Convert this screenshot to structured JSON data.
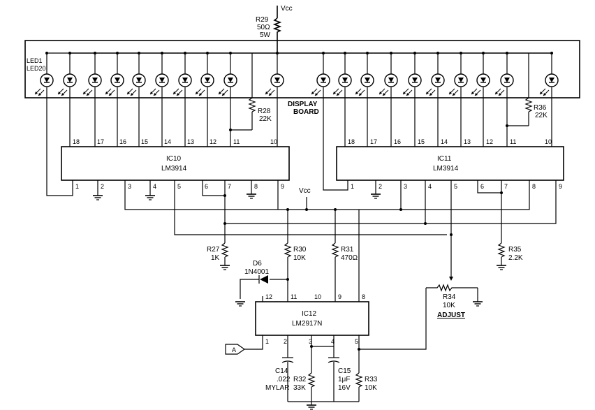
{
  "vcc_top": "Vcc",
  "vcc_mid": "Vcc",
  "r29": {
    "name": "R29",
    "value": "50Ω",
    "power": "5W"
  },
  "display": {
    "line1": "DISPLAY",
    "line2": "BOARD",
    "led_first": "LED1",
    "led_last": "LED20"
  },
  "ic10": {
    "name": "IC10",
    "part": "LM3914"
  },
  "ic11": {
    "name": "IC11",
    "part": "LM3914"
  },
  "ic12": {
    "name": "IC12",
    "part": "LM2917N"
  },
  "r28": {
    "name": "R28",
    "value": "22K"
  },
  "r36": {
    "name": "R36",
    "value": "22K"
  },
  "r27": {
    "name": "R27",
    "value": "1K"
  },
  "r30": {
    "name": "R30",
    "value": "10K"
  },
  "r31": {
    "name": "R31",
    "value": "470Ω"
  },
  "r35": {
    "name": "R35",
    "value": "2.2K"
  },
  "r34": {
    "name": "R34",
    "value": "10K",
    "note": "ADJUST"
  },
  "d6": {
    "name": "D6",
    "part": "1N4001"
  },
  "c14": {
    "name": "C14",
    "value": ".022",
    "type": "MYLAR"
  },
  "c15": {
    "name": "C15",
    "value": "1μF",
    "voltage": "16V"
  },
  "r32": {
    "name": "R32",
    "value": "33K"
  },
  "r33": {
    "name": "R33",
    "value": "10K"
  },
  "input_label": "A",
  "ic10_top_pins": [
    "18",
    "17",
    "16",
    "15",
    "14",
    "13",
    "12",
    "11",
    "10"
  ],
  "ic10_bottom_pins": [
    "1",
    "2",
    "3",
    "4",
    "5",
    "6",
    "7",
    "8",
    "9"
  ],
  "ic11_top_pins": [
    "18",
    "17",
    "16",
    "15",
    "14",
    "13",
    "12",
    "11",
    "10"
  ],
  "ic11_bottom_pins": [
    "1",
    "2",
    "3",
    "4",
    "5",
    "6",
    "7",
    "8",
    "9"
  ],
  "ic12_top_pins": [
    "12",
    "11",
    "10",
    "9",
    "8"
  ],
  "ic12_bottom_pins": [
    "1",
    "2",
    "3",
    "4",
    "5"
  ]
}
